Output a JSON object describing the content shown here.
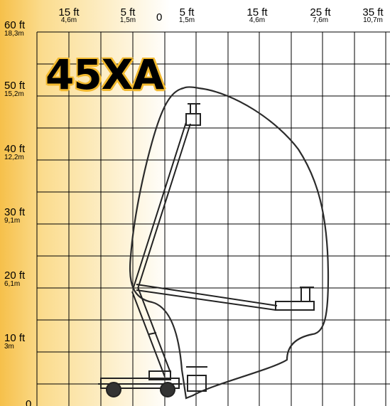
{
  "model": "45XA",
  "x_axis": [
    {
      "ft": "15 ft",
      "m": "4,6m"
    },
    {
      "ft": "5 ft",
      "m": "1,5m"
    },
    {
      "ft": "0",
      "m": ""
    },
    {
      "ft": "5 ft",
      "m": "1,5m"
    },
    {
      "ft": "15 ft",
      "m": "4,6m"
    },
    {
      "ft": "25 ft",
      "m": "7,6m"
    },
    {
      "ft": "35 ft",
      "m": "10,7m"
    }
  ],
  "y_axis": [
    {
      "ft": "60 ft",
      "m": "18,3m"
    },
    {
      "ft": "50 ft",
      "m": "15,2m"
    },
    {
      "ft": "40 ft",
      "m": "12,2m"
    },
    {
      "ft": "30 ft",
      "m": "9,1m"
    },
    {
      "ft": "20 ft",
      "m": "6,1m"
    },
    {
      "ft": "10 ft",
      "m": "3m"
    },
    {
      "ft": "0",
      "m": ""
    }
  ],
  "colors": {
    "gradient_left": "#f6c04a",
    "grid": "#000000",
    "envelope": "#333333",
    "title_outline": "#f2b92e"
  }
}
